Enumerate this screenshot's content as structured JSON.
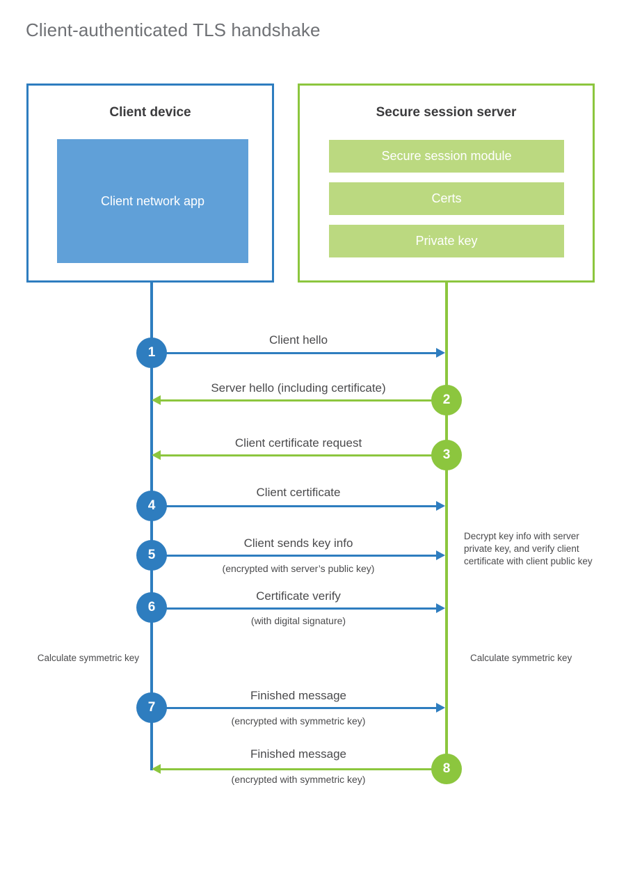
{
  "title": "Client-authenticated TLS handshake",
  "colors": {
    "client_blue": "#2e7dbf",
    "client_app_fill": "#60a0d8",
    "server_green": "#8cc63e",
    "server_block_fill": "#bbd980",
    "title_gray": "#6f7175",
    "text_gray": "#4a4a4c",
    "heading_dark": "#3b3b3d",
    "background": "#ffffff"
  },
  "parties": {
    "client": {
      "title": "Client device",
      "inner_block": "Client network app"
    },
    "server": {
      "title": "Secure session server",
      "blocks": [
        "Secure session module",
        "Certs",
        "Private key"
      ]
    }
  },
  "steps": [
    {
      "number": "1",
      "label": "Client hello",
      "sub": "",
      "direction": "right",
      "color": "blue"
    },
    {
      "number": "2",
      "label": "Server hello (including certificate)",
      "sub": "",
      "direction": "left",
      "color": "green"
    },
    {
      "number": "3",
      "label": "Client certificate request",
      "sub": "",
      "direction": "left",
      "color": "green"
    },
    {
      "number": "4",
      "label": "Client certificate",
      "sub": "",
      "direction": "right",
      "color": "blue"
    },
    {
      "number": "5",
      "label": "Client sends key info",
      "sub": "(encrypted with server’s public key)",
      "direction": "right",
      "color": "blue"
    },
    {
      "number": "6",
      "label": "Certificate verify",
      "sub": "(with digital signature)",
      "direction": "right",
      "color": "blue"
    },
    {
      "number": "7",
      "label": "Finished message",
      "sub": "(encrypted with symmetric key)",
      "direction": "right",
      "color": "blue"
    },
    {
      "number": "8",
      "label": "Finished message",
      "sub": "(encrypted with symmetric key)",
      "direction": "left",
      "color": "green"
    }
  ],
  "notes": {
    "server_decrypt": "Decrypt key info with server private key, and verify client certificate with client public key",
    "client_calc": "Calculate symmetric key",
    "server_calc": "Calculate symmetric key"
  }
}
